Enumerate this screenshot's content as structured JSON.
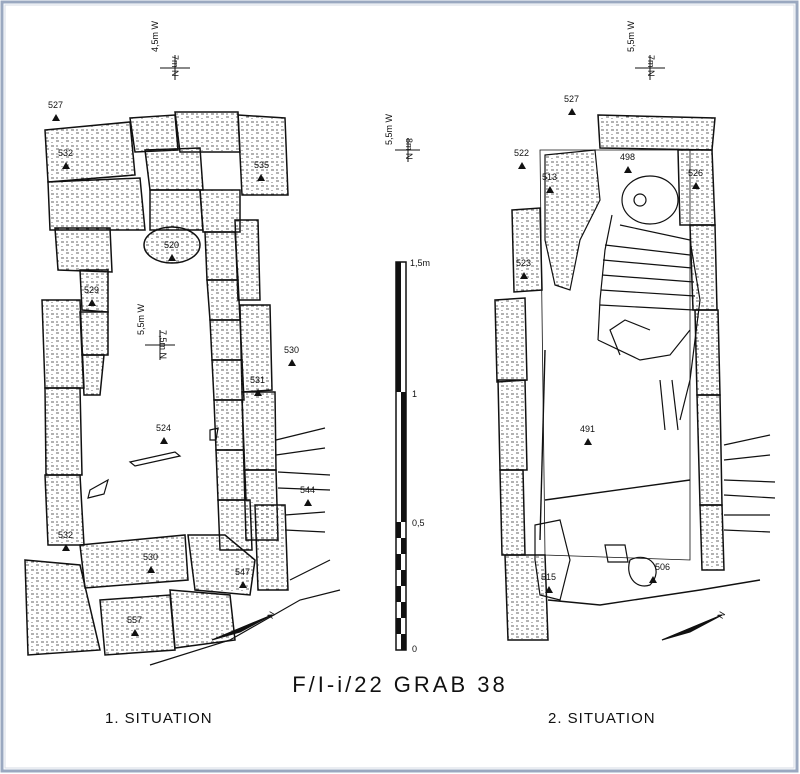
{
  "title": "F/I-i/22 GRAB 38",
  "situation_1": {
    "label": "1. SITUATION",
    "elevations": [
      "527",
      "532",
      "535",
      "520",
      "529",
      "530",
      "531",
      "524",
      "544",
      "532",
      "530",
      "547",
      "557"
    ],
    "coords_top": {
      "w": "4,5m W",
      "n": "7m N"
    },
    "coords_mid": {
      "w": "5,5m W",
      "n": "7,5m N"
    }
  },
  "situation_2": {
    "label": "2. SITUATION",
    "elevations": [
      "527",
      "522",
      "498",
      "513",
      "526",
      "523",
      "491",
      "515",
      "506"
    ],
    "coords_top": {
      "w": "5,5m W",
      "n": "7m N"
    }
  },
  "center_coords": {
    "w": "5,5m W",
    "n": "8m N"
  },
  "scale_bar": {
    "labels": [
      "1,5m",
      "1",
      "0,5",
      "0"
    ]
  },
  "north_label": "N",
  "colors": {
    "ink": "#111111",
    "frame": "#9aa8c0",
    "stone": "#ffffff"
  }
}
